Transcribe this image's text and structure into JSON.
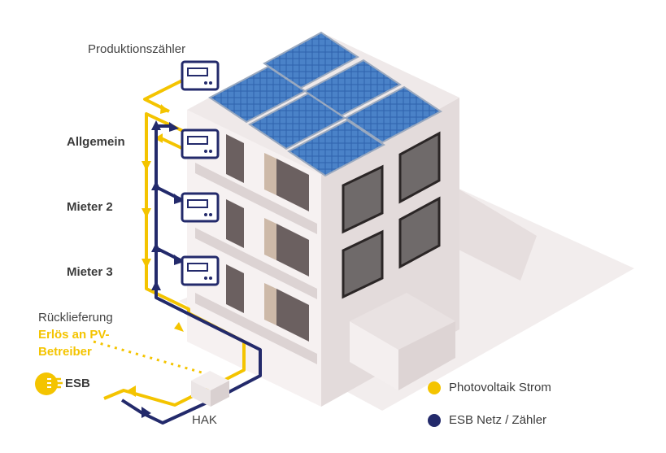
{
  "labels": {
    "production_meter": "Produktionszähler",
    "general": "Allgemein",
    "tenant2": "Mieter 2",
    "tenant3": "Mieter 3",
    "feedback": "Rücklieferung",
    "revenue_line1": "Erlös an PV-",
    "revenue_line2": "Betreiber",
    "esb": "ESB",
    "hak": "HAK"
  },
  "legend": [
    {
      "label": "Photovoltaik Strom",
      "color": "#f4c400"
    },
    {
      "label": "ESB Netz / Zähler",
      "color": "#232a6b"
    }
  ],
  "colors": {
    "yellow": "#f4c400",
    "navy": "#232a6b",
    "wall": "#e9e3e3",
    "panel": "#3a6fb5"
  }
}
